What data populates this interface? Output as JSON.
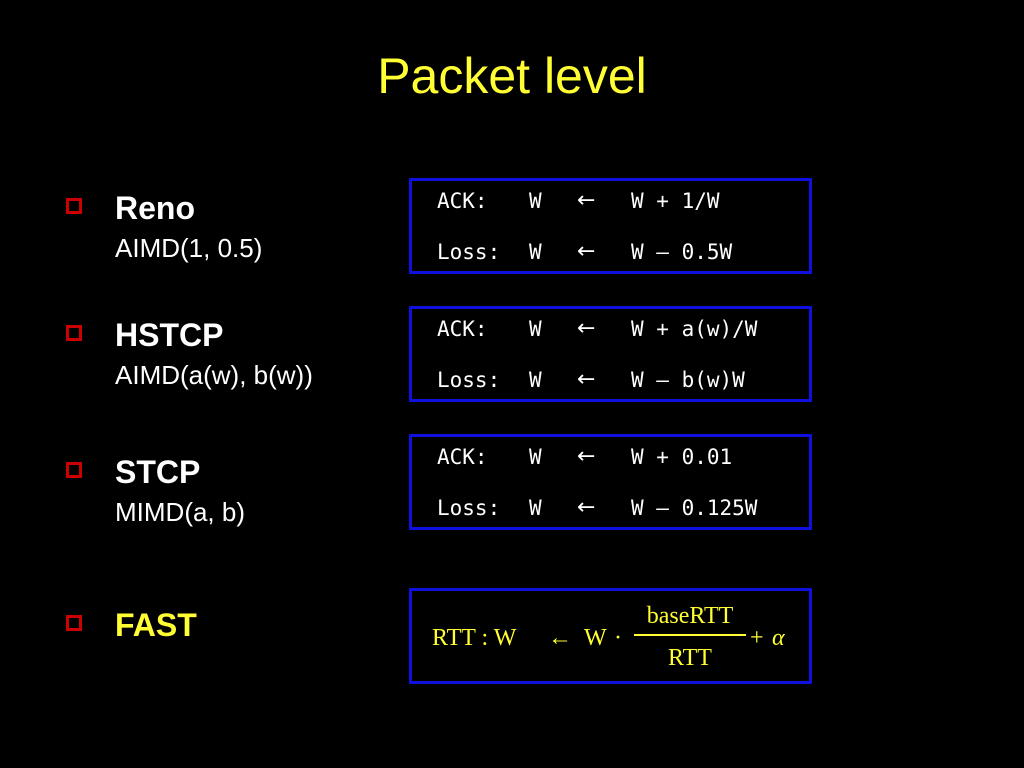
{
  "title": "Packet level",
  "bullets": [
    {
      "name": "Reno",
      "sub": "AIMD(1, 0.5)"
    },
    {
      "name": "HSTCP",
      "sub": "AIMD(a(w), b(w))"
    },
    {
      "name": "STCP",
      "sub": "MIMD(a, b)"
    },
    {
      "name": "FAST",
      "sub": ""
    }
  ],
  "rules": [
    {
      "ack": {
        "label": "ACK:",
        "var": "W",
        "arrow": "←",
        "expr": "W + 1/W"
      },
      "loss": {
        "label": "Loss:",
        "var": "W",
        "arrow": "←",
        "expr": "W – 0.5W"
      }
    },
    {
      "ack": {
        "label": "ACK:",
        "var": "W",
        "arrow": "←",
        "expr": "W + a(w)/W"
      },
      "loss": {
        "label": "Loss:",
        "var": "W",
        "arrow": "←",
        "expr": "W – b(w)W"
      }
    },
    {
      "ack": {
        "label": "ACK:",
        "var": "W",
        "arrow": "←",
        "expr": "W + 0.01"
      },
      "loss": {
        "label": "Loss:",
        "var": "W",
        "arrow": "←",
        "expr": "W – 0.125W"
      }
    }
  ],
  "fast_formula": {
    "lhs": "RTT :  W",
    "arrow": "←",
    "w": "W",
    "dot": "·",
    "numerator": "baseRTT",
    "denominator": "RTT",
    "plus": "+",
    "alpha": "α"
  },
  "colors": {
    "background": "#000000",
    "title": "#ffff33",
    "bullet_box": "#cc0000",
    "rule_border": "#1010dd"
  }
}
